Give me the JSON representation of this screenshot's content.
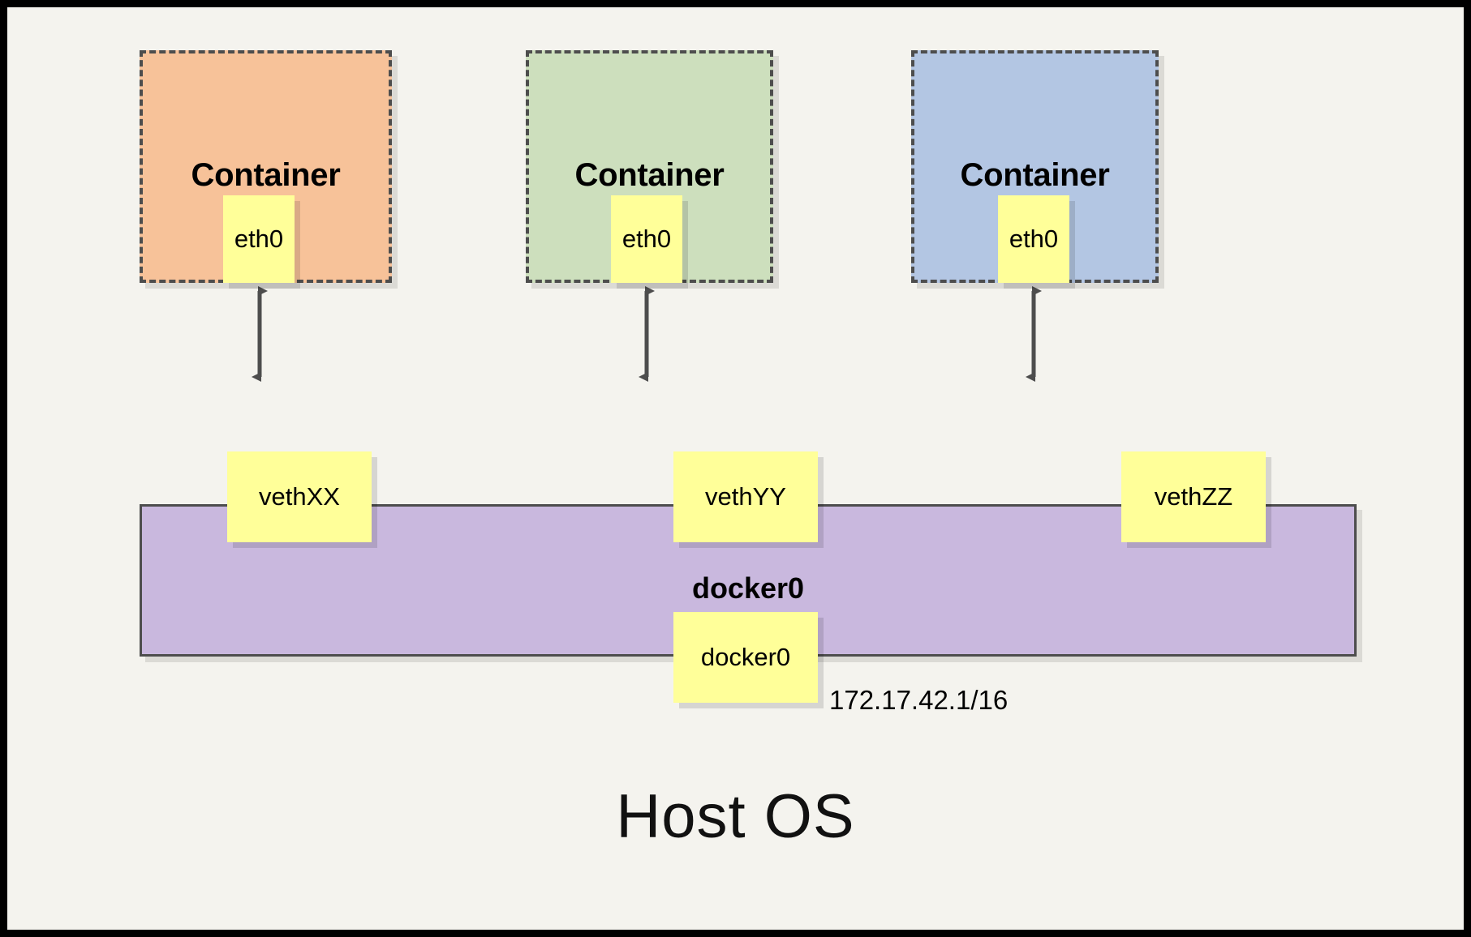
{
  "diagram": {
    "title_bottom": "Host OS",
    "bridge": {
      "name": "docker0",
      "port_label": "docker0",
      "ip": "172.17.42.1/16",
      "color": "#c9b8de"
    },
    "containers": [
      {
        "label": "Container",
        "iface": "eth0",
        "veth": "vethXX",
        "color": "#f7c299"
      },
      {
        "label": "Container",
        "iface": "eth0",
        "veth": "vethYY",
        "color": "#cddfbd"
      },
      {
        "label": "Container",
        "iface": "eth0",
        "veth": "vethZZ",
        "color": "#b3c6e3"
      }
    ],
    "colors": {
      "canvas": "#f4f3ee",
      "frame": "#000000",
      "note": "#ffff99",
      "stroke": "#4d4d4d",
      "arrow": "#4d4d4d"
    }
  }
}
